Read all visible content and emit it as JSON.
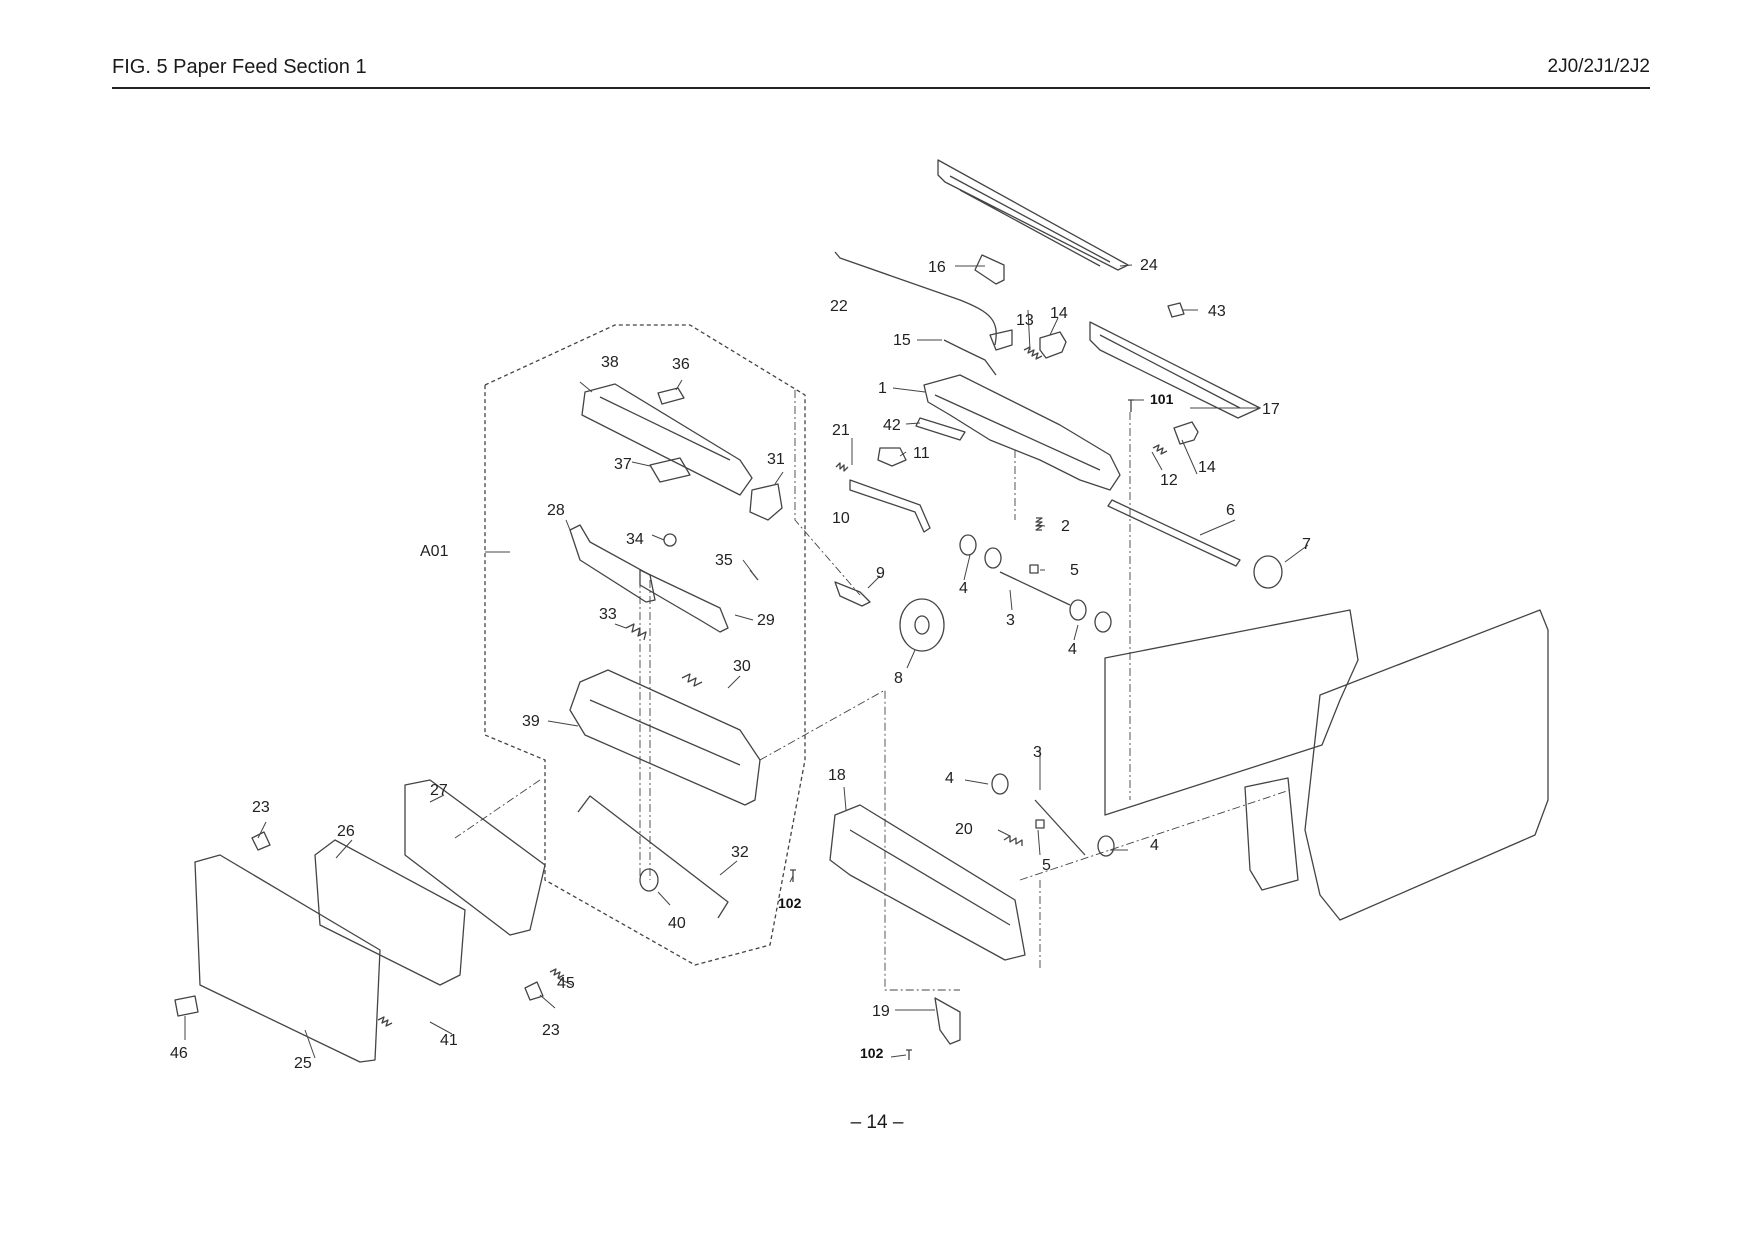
{
  "header": {
    "title": "FIG.  5  Paper Feed Section 1",
    "model": "2J0/2J1/2J2"
  },
  "footer": {
    "page": "– 14 –"
  },
  "assembly_label": "A01",
  "parts": [
    "1",
    "2",
    "3",
    "3",
    "4",
    "4",
    "4",
    "4",
    "5",
    "5",
    "6",
    "7",
    "8",
    "9",
    "10",
    "11",
    "12",
    "13",
    "14",
    "14",
    "15",
    "16",
    "17",
    "18",
    "19",
    "20",
    "21",
    "22",
    "23",
    "23",
    "24",
    "25",
    "26",
    "27",
    "28",
    "29",
    "30",
    "31",
    "32",
    "33",
    "34",
    "35",
    "36",
    "37",
    "38",
    "39",
    "40",
    "41",
    "42",
    "43",
    "45",
    "46"
  ],
  "screws": [
    "101",
    "102",
    "102"
  ]
}
